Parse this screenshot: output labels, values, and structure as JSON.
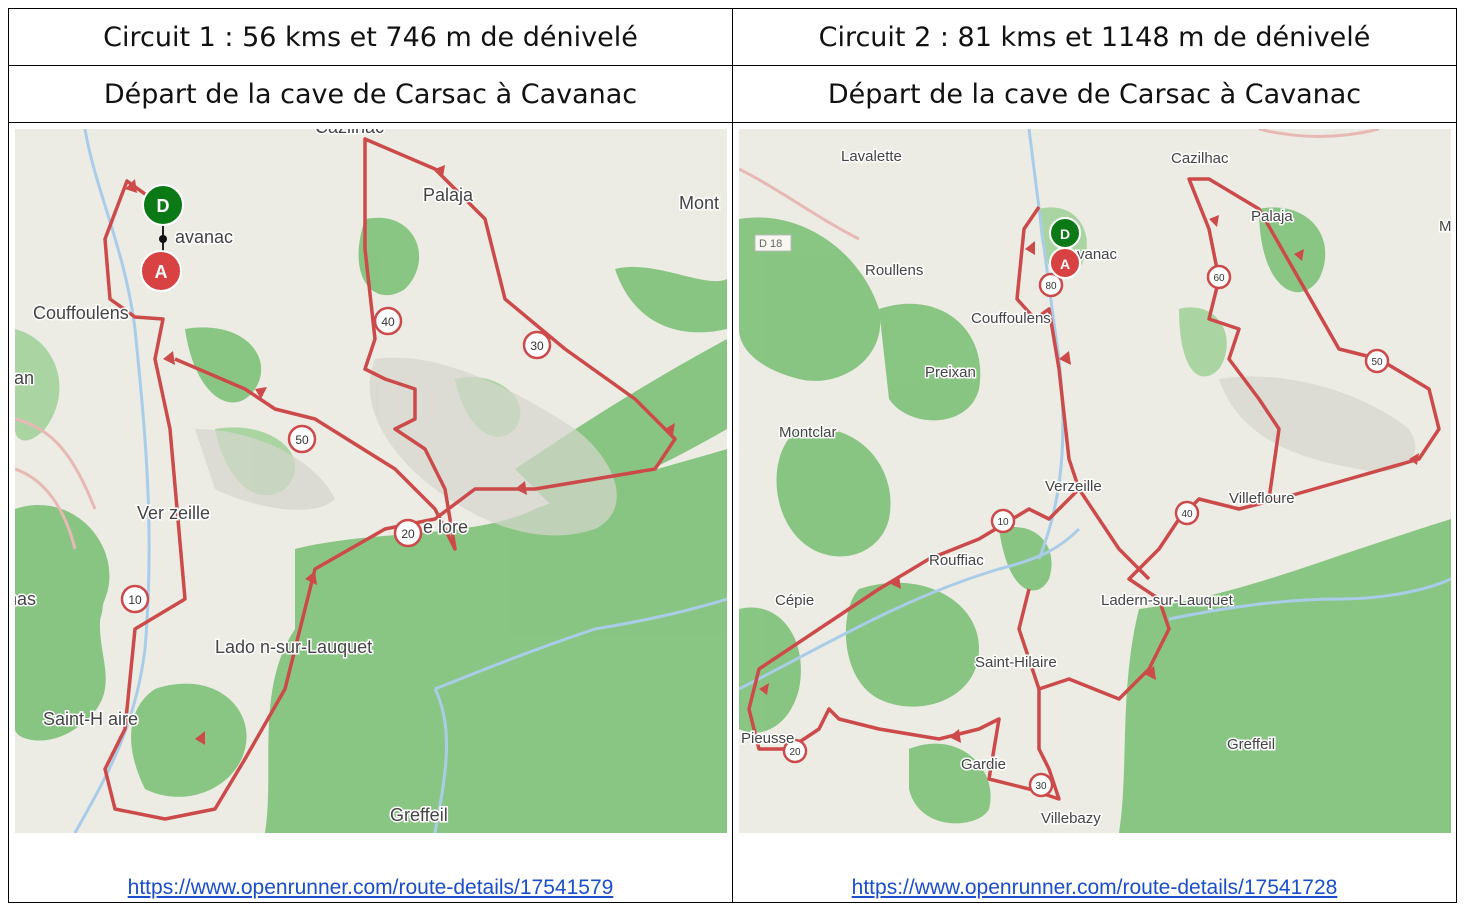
{
  "circuit1": {
    "title": "Circuit 1 : 56 kms et 746 m de dénivelé",
    "subtitle": "Départ de la cave de Carsac à Cavanac",
    "link": "https://www.openrunner.com/route-details/17541579",
    "places": {
      "cavanac": "avanac",
      "couffoulens": "Couffoulens",
      "palaja": "Palaja",
      "mont": "Mont",
      "cazilhac": "Cazilhac",
      "verzeille": "Ver zeille",
      "villefloure": "e  lore",
      "ladern": "Lado  n-sur-Lauquet",
      "sainthilaire": "Saint-H  aire",
      "greffeil": "Greffeil",
      "preixan": "xan",
      "cepie": "nas"
    },
    "markers": {
      "start": "D",
      "end": "A"
    },
    "km_markers": [
      "10",
      "20",
      "30",
      "40",
      "50"
    ]
  },
  "circuit2": {
    "title": "Circuit 2 : 81 kms et 1148 m de dénivelé",
    "subtitle": "Départ de la cave de Carsac à Cavanac",
    "link": "https://www.openrunner.com/route-details/17541728",
    "places": {
      "lavalette": "Lavalette",
      "cazilhac": "Cazilhac",
      "palaja": "Palaja",
      "cavanac": "vanac",
      "roullens": "Roullens",
      "d18": "D 18",
      "couffoulens": "Couffoulens",
      "preixan": "Preixan",
      "montclar": "Montclar",
      "verzeille": "Verzeille",
      "villefloure": "Villefloure",
      "rouffiac": "Rouffiac",
      "cepie": "Cépie",
      "ladern": "Ladern-sur-Lauquet",
      "sainthilaire": "Saint-Hilaire",
      "pieusse": "Pieusse",
      "gardie": "Gardie",
      "greffeil": "Greffeil",
      "villebazy": "Villebazy",
      "m": "M"
    },
    "markers": {
      "start": "D",
      "end": "A"
    },
    "km_markers": [
      "10",
      "20",
      "30",
      "40",
      "50",
      "60",
      "80"
    ]
  },
  "colors": {
    "route": "#cc4a4a",
    "start_marker": "#0b7a16",
    "end_marker": "#d94242",
    "land": "#ecebe4",
    "forest": "#7fc07a",
    "water": "#a9cde8",
    "link": "#1a4ecb"
  }
}
